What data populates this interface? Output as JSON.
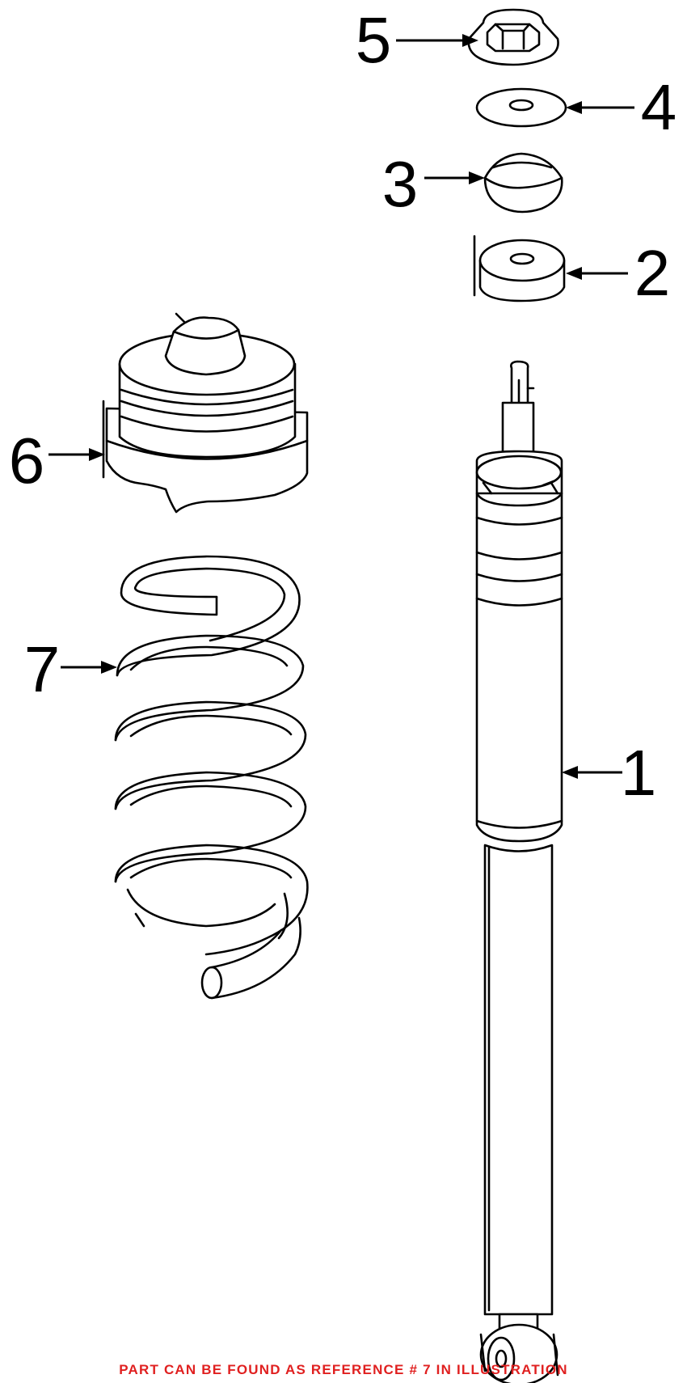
{
  "callouts": [
    {
      "id": 1,
      "label": "1"
    },
    {
      "id": 2,
      "label": "2"
    },
    {
      "id": 3,
      "label": "3"
    },
    {
      "id": 4,
      "label": "4"
    },
    {
      "id": 5,
      "label": "5"
    },
    {
      "id": 6,
      "label": "6"
    },
    {
      "id": 7,
      "label": "7"
    }
  ],
  "footer": {
    "note": "PART CAN BE FOUND AS REFERENCE # 7 IN ILLUSTRATION",
    "color": "#e02020"
  }
}
